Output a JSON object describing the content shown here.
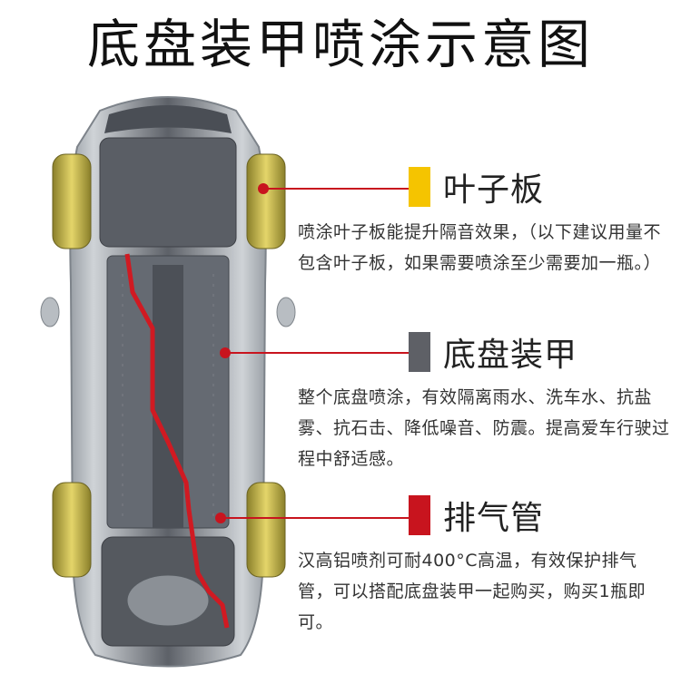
{
  "title": "底盘装甲喷涂示意图",
  "sections": [
    {
      "title": "叶子板",
      "color": "#f5c400",
      "description": "喷涂叶子板能提升隔音效果，（以下建议用量不包含叶子板，如果需要喷涂至少需要加一瓶。）"
    },
    {
      "title": "底盘装甲",
      "color": "#5e6066",
      "description": "整个底盘喷涂，有效隔离雨水、洗车水、抗盐雾、抗石击、降低噪音、防震。提高爱车行驶过程中舒适感。"
    },
    {
      "title": "排气管",
      "color": "#c8141e",
      "description": "汉高铝喷剂可耐400°C高温，有效保护排气管，可以搭配底盘装甲一起购买，购买1瓶即可。"
    }
  ],
  "colors": {
    "leader_line": "#c8141e",
    "tire_fill": "#d8c85a",
    "exhaust_line": "#d01a22"
  }
}
